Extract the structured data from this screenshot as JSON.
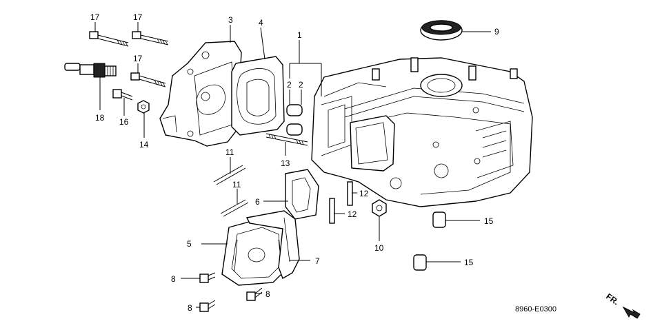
{
  "diagram": {
    "drawing_code": "8960-E0300",
    "direction_label": "FR.",
    "callouts": [
      {
        "id": "c17a",
        "text": "17"
      },
      {
        "id": "c17b",
        "text": "17"
      },
      {
        "id": "c17c",
        "text": "17"
      },
      {
        "id": "c3",
        "text": "3"
      },
      {
        "id": "c4",
        "text": "4"
      },
      {
        "id": "c1",
        "text": "1"
      },
      {
        "id": "c2a",
        "text": "2"
      },
      {
        "id": "c2b",
        "text": "2"
      },
      {
        "id": "c9",
        "text": "9"
      },
      {
        "id": "c18",
        "text": "18"
      },
      {
        "id": "c16",
        "text": "16"
      },
      {
        "id": "c14",
        "text": "14"
      },
      {
        "id": "c13",
        "text": "13"
      },
      {
        "id": "c11a",
        "text": "11"
      },
      {
        "id": "c11b",
        "text": "11"
      },
      {
        "id": "c6",
        "text": "6"
      },
      {
        "id": "c12a",
        "text": "12"
      },
      {
        "id": "c12b",
        "text": "12"
      },
      {
        "id": "c15a",
        "text": "15"
      },
      {
        "id": "c15b",
        "text": "15"
      },
      {
        "id": "c10",
        "text": "10"
      },
      {
        "id": "c5",
        "text": "5"
      },
      {
        "id": "c7",
        "text": "7"
      },
      {
        "id": "c8a",
        "text": "8"
      },
      {
        "id": "c8b",
        "text": "8"
      },
      {
        "id": "c8c",
        "text": "8"
      }
    ]
  }
}
